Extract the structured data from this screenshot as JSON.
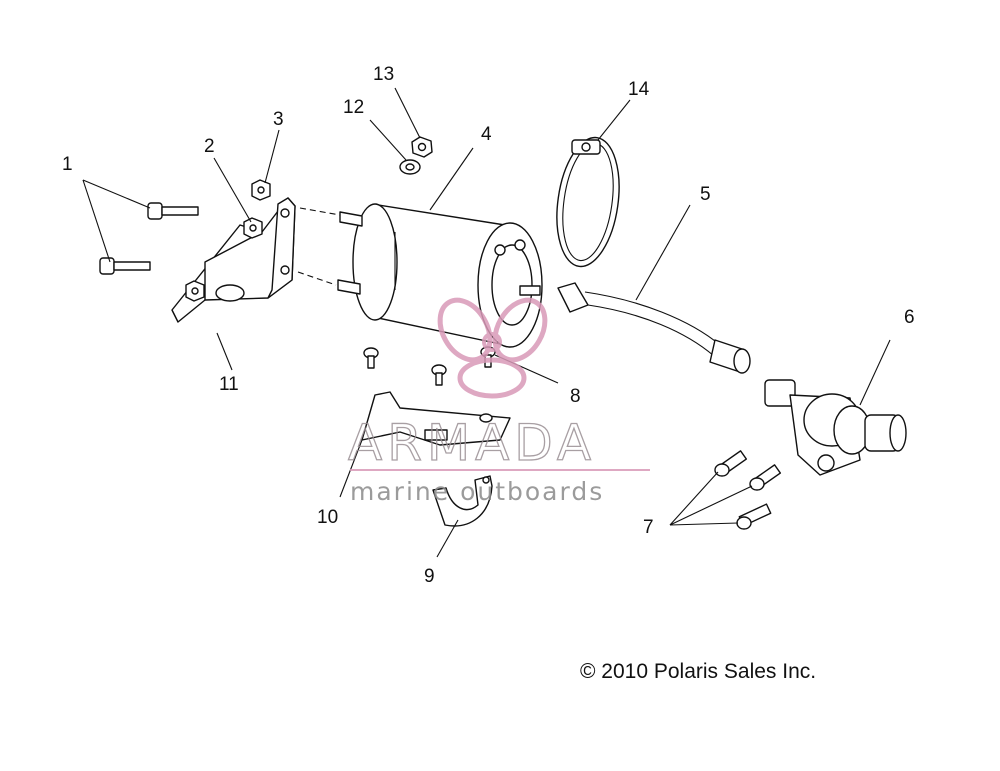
{
  "callouts": {
    "1": "1",
    "2": "2",
    "3": "3",
    "4": "4",
    "5": "5",
    "6": "6",
    "7": "7",
    "8": "8",
    "9": "9",
    "10": "10",
    "11": "11",
    "12": "12",
    "13": "13",
    "14": "14"
  },
  "watermark": {
    "title": "ARMADA",
    "subtitle": "marine outboards",
    "logo_icon": "propeller-logo-icon",
    "accent_color": "#d99ab8"
  },
  "copyright": "© 2010 Polaris Sales Inc."
}
